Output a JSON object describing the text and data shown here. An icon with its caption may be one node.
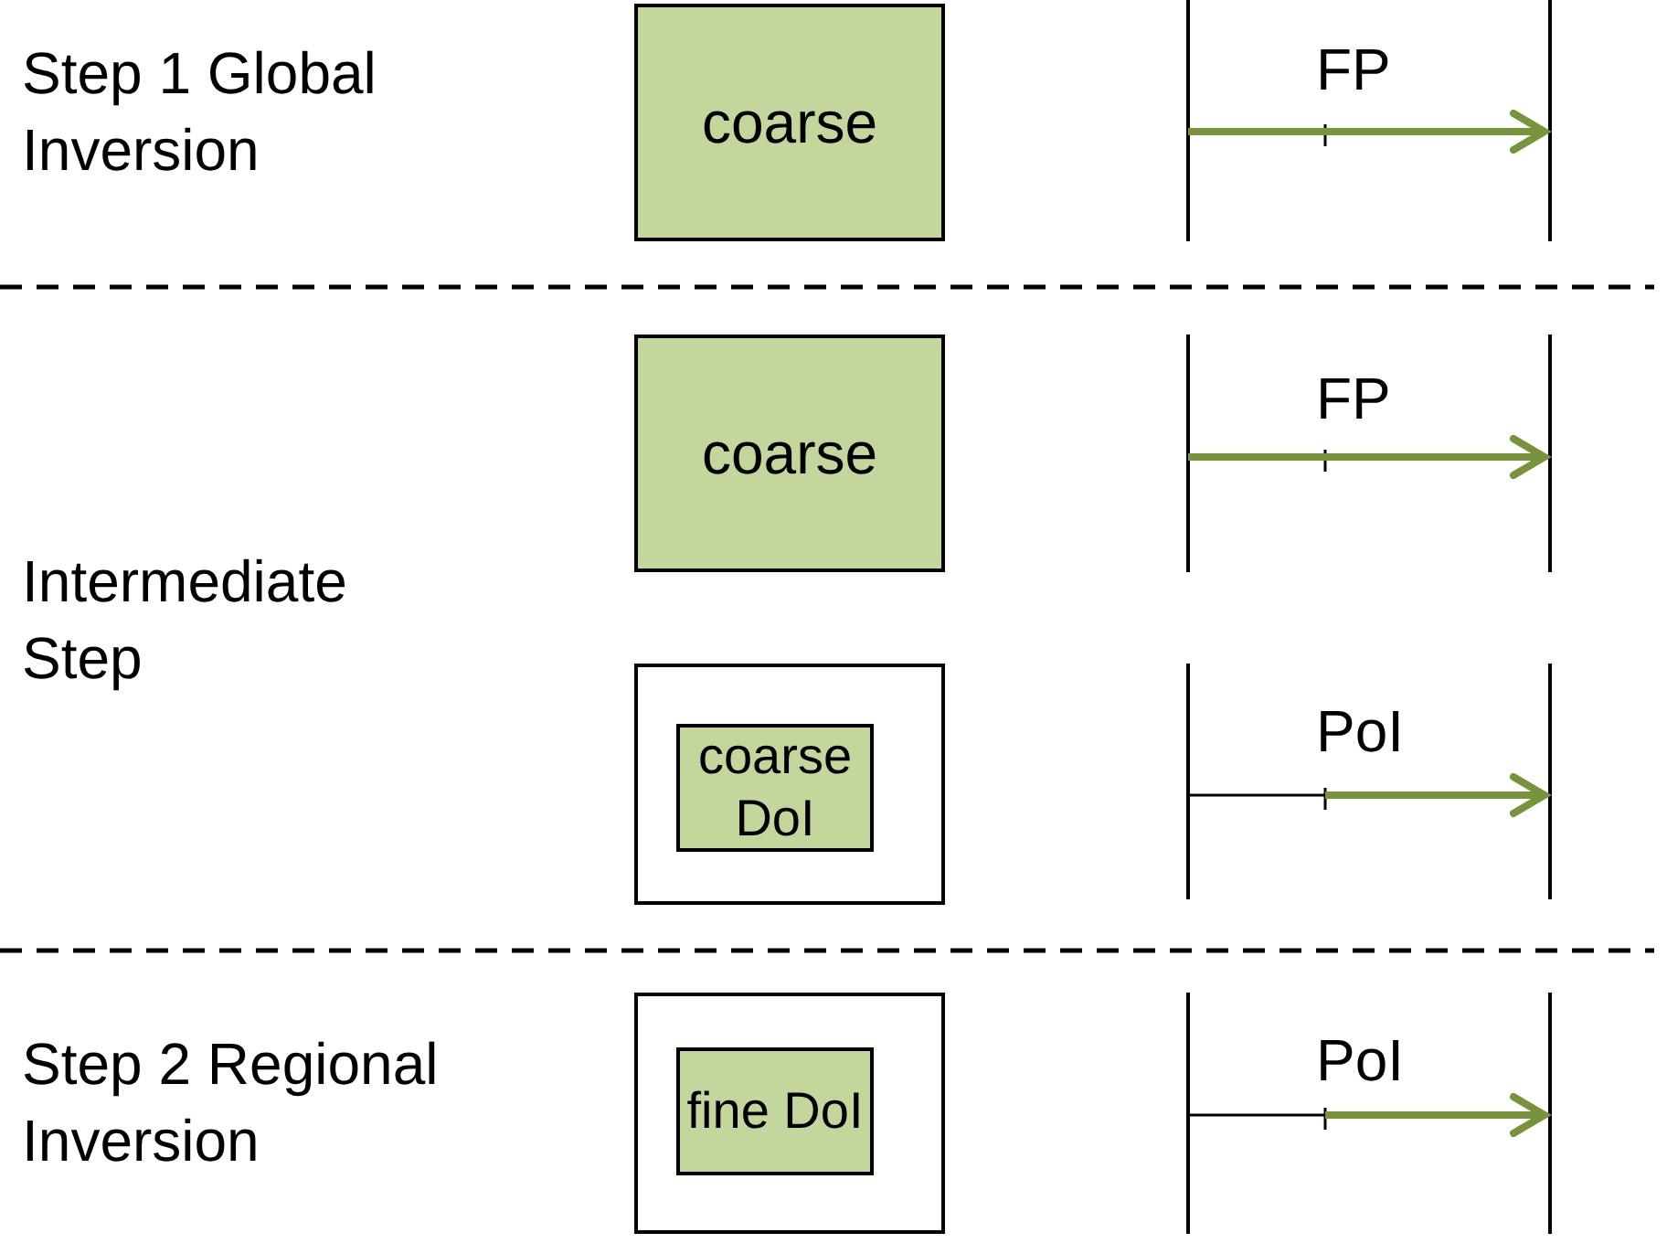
{
  "diagram": {
    "nodes": [
      {
        "text": [
          "coarse"
        ]
      },
      {
        "text": [
          "coarse"
        ]
      },
      {
        "text": [],
        "shape": "box"
      },
      {
        "text": [
          "coarse DoI"
        ],
        "in": 2
      },
      {
        "text": [],
        "shape": "box"
      },
      {
        "text": [
          "fine DoI"
        ],
        "in": 4
      }
    ],
    "labels": [
      "Step 1 Global Inversion",
      "FP",
      "FP",
      "Intermediate Step",
      "PoI",
      "Step 2 Regional Inversion",
      "PoI"
    ]
  }
}
